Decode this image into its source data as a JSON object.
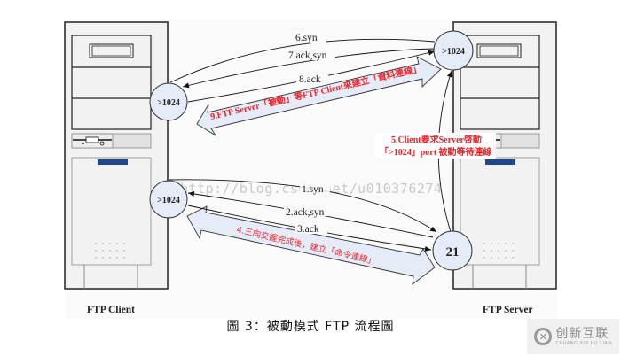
{
  "figure": {
    "caption": "圖 3：被動模式 FTP 流程圖",
    "watermark": "http://blog.csdn.net/u010376274",
    "logo": {
      "mark": "✕",
      "name": "创新互联",
      "subtitle": "CHUANG XIN HU LIAN"
    }
  },
  "hosts": {
    "client": {
      "label": "FTP Client"
    },
    "server": {
      "label": "FTP Server"
    }
  },
  "ports": {
    "client_data": ">1024",
    "client_command": ">1024",
    "server_data": ">1024",
    "server_command": "21"
  },
  "command_connection": {
    "steps": [
      "1.syn",
      "2.ack,syn",
      "3.ack"
    ],
    "note": "4.三向交握完成後，建立「命令連線」"
  },
  "passive_request": {
    "line1": "5.Client要求Server啓動",
    "line2": "「>1024」port 被動等待連線"
  },
  "data_connection": {
    "steps": [
      "6.syn",
      "7.ack,syn",
      "8.ack"
    ],
    "note": "9.FTP Server「被動」等FTP Client來建立「資料連線」"
  },
  "colors": {
    "circle_fill": "#e6ecf7",
    "arrow_fill": "#e6ecf7",
    "tower_fill": "#f2f2f2",
    "drive_accent": "#1d4a8a",
    "note_red": "#e8232a"
  }
}
